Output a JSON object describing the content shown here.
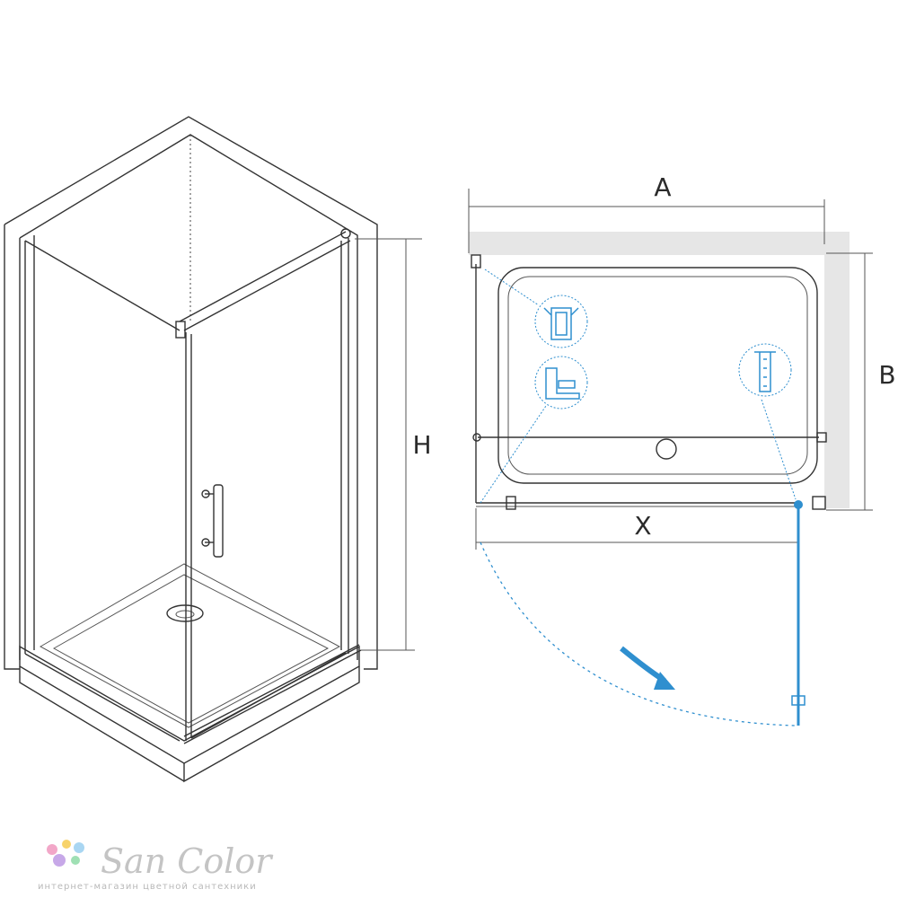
{
  "dimensions": {
    "height_label": "H",
    "width_label": "A",
    "depth_label": "B",
    "door_opening_label": "X"
  },
  "logo": {
    "name": "San Color",
    "tagline": "интернет-магазин цветной сантехники",
    "dot_colors": [
      "#f2a7c8",
      "#f7d36b",
      "#a9d6f2",
      "#c7a8e8",
      "#9fe0b4"
    ]
  },
  "colors": {
    "outline": "#333333",
    "accent_blue": "#2f8fcf",
    "wall_shade": "#e6e6e6"
  }
}
